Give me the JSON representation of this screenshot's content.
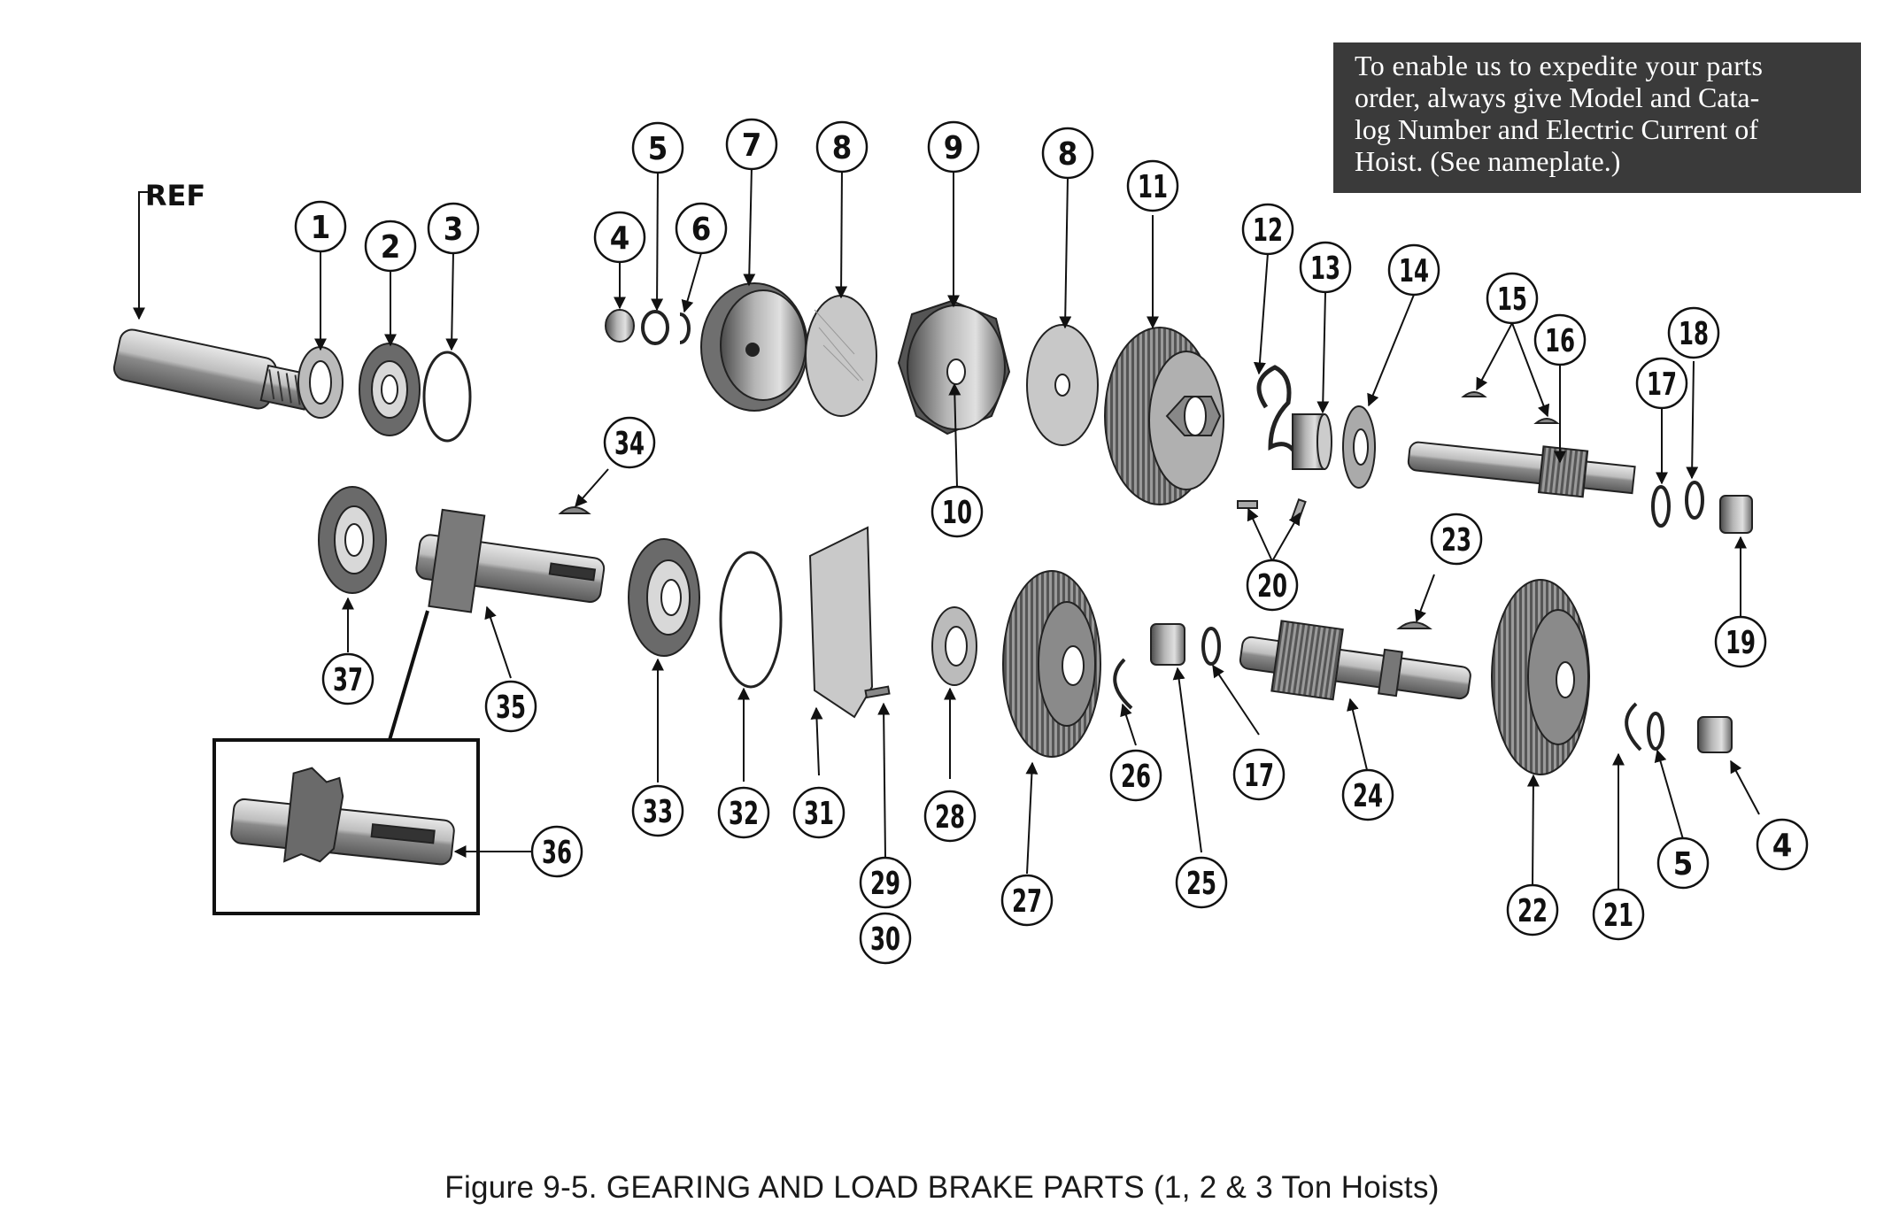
{
  "ref_label": "REF",
  "notice": {
    "lines": [
      "To enable us to expedite your parts",
      "order, always give Model and Cata-",
      "log Number and Electric Current of",
      "Hoist. (See nameplate.)"
    ]
  },
  "caption": "Figure 9-5.   GEARING AND LOAD BRAKE PARTS (1, 2 & 3 Ton Hoists)",
  "callouts": [
    {
      "id": "c1",
      "label": "1"
    },
    {
      "id": "c2",
      "label": "2"
    },
    {
      "id": "c3",
      "label": "3"
    },
    {
      "id": "c4a",
      "label": "4"
    },
    {
      "id": "c5a",
      "label": "5"
    },
    {
      "id": "c6",
      "label": "6"
    },
    {
      "id": "c7",
      "label": "7"
    },
    {
      "id": "c8a",
      "label": "8"
    },
    {
      "id": "c9",
      "label": "9"
    },
    {
      "id": "c8b",
      "label": "8"
    },
    {
      "id": "c11",
      "label": "11"
    },
    {
      "id": "c12",
      "label": "12"
    },
    {
      "id": "c13",
      "label": "13"
    },
    {
      "id": "c14",
      "label": "14"
    },
    {
      "id": "c15",
      "label": "15"
    },
    {
      "id": "c16",
      "label": "16"
    },
    {
      "id": "c17a",
      "label": "17"
    },
    {
      "id": "c18",
      "label": "18"
    },
    {
      "id": "c10",
      "label": "10"
    },
    {
      "id": "c34",
      "label": "34"
    },
    {
      "id": "c20",
      "label": "20"
    },
    {
      "id": "c23",
      "label": "23"
    },
    {
      "id": "c19",
      "label": "19"
    },
    {
      "id": "c37",
      "label": "37"
    },
    {
      "id": "c35",
      "label": "35"
    },
    {
      "id": "c33",
      "label": "33"
    },
    {
      "id": "c32",
      "label": "32"
    },
    {
      "id": "c31",
      "label": "31"
    },
    {
      "id": "c28",
      "label": "28"
    },
    {
      "id": "c26",
      "label": "26"
    },
    {
      "id": "c17b",
      "label": "17"
    },
    {
      "id": "c24",
      "label": "24"
    },
    {
      "id": "c4b",
      "label": "4"
    },
    {
      "id": "c36",
      "label": "36"
    },
    {
      "id": "c29",
      "label": "29"
    },
    {
      "id": "c30",
      "label": "30"
    },
    {
      "id": "c27",
      "label": "27"
    },
    {
      "id": "c25",
      "label": "25"
    },
    {
      "id": "c5b",
      "label": "5"
    },
    {
      "id": "c22",
      "label": "22"
    },
    {
      "id": "c21",
      "label": "21"
    }
  ]
}
